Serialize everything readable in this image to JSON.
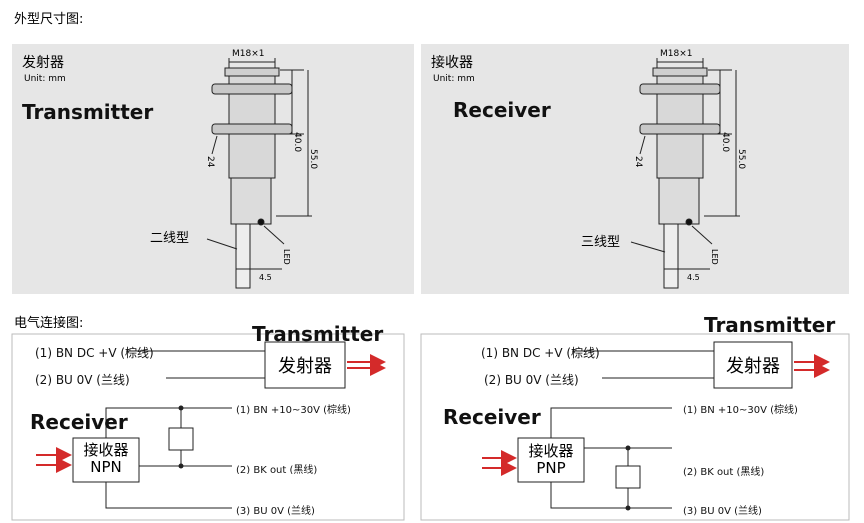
{
  "titles": {
    "dimensions": "外型尺寸图:",
    "wiring": "电气连接图:"
  },
  "left_panel": {
    "cn": "发射器",
    "unit": "Unit: mm",
    "role": "Transmitter",
    "thread": "M18×1",
    "dim_a": "40.0",
    "dim_b": "55.0",
    "hex": "24",
    "type": "二线型",
    "led": "LED",
    "cable": "4.5"
  },
  "right_panel": {
    "cn": "接收器",
    "unit": "Unit: mm",
    "role": "Receiver",
    "thread": "M18×1",
    "dim_a": "40.0",
    "dim_b": "55.0",
    "hex": "24",
    "type": "三线型",
    "led": "LED",
    "cable": "4.5"
  },
  "wiring_left": {
    "tx_role": "Transmitter",
    "tx_box": "发射器",
    "tx_wire1": "(1) BN DC +V (棕线)",
    "tx_wire2": "(2) BU 0V (兰线)",
    "rx_role": "Receiver",
    "rx_box_line1": "接收器",
    "rx_box_line2": "NPN",
    "rx_wire1": "(1) BN +10~30V (棕线)",
    "rx_wire2": "(2) BK out (黑线)",
    "rx_wire3": "(3) BU 0V (兰线)"
  },
  "wiring_right": {
    "tx_role": "Transmitter",
    "tx_box": "发射器",
    "tx_wire1": "(1) BN DC +V (棕线)",
    "tx_wire2": "(2) BU 0V (兰线)",
    "rx_role": "Receiver",
    "rx_box_line1": "接收器",
    "rx_box_line2": "PNP",
    "rx_wire1": "(1) BN +10~30V (棕线)",
    "rx_wire2": "(2) BK out (黑线)",
    "rx_wire3": "(3) BU 0V (兰线)"
  },
  "colors": {
    "panel_bg": "#e6e6e6",
    "arrow": "#d42a2a",
    "line": "#222222"
  }
}
